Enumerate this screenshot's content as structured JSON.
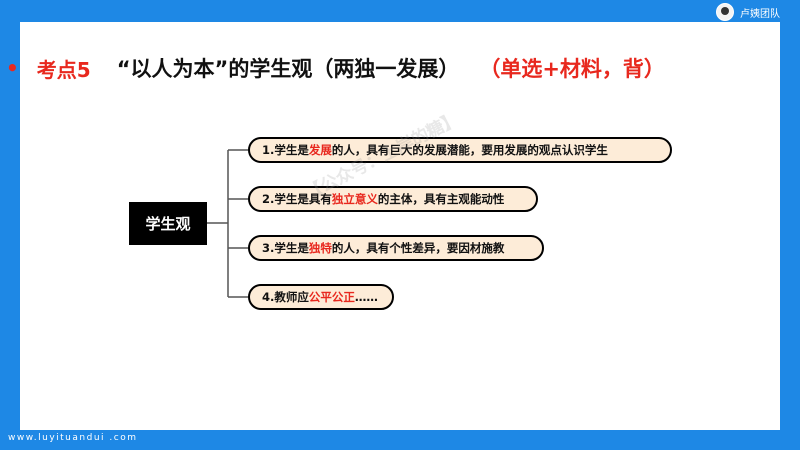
{
  "brand": {
    "name": "卢姨团队"
  },
  "title": {
    "bullet": "•",
    "kaodian": "考点5",
    "main": "“以人为本”的学生观（两独一发展）",
    "tag": "（单选+材料，背）"
  },
  "mindmap": {
    "root": "学生观",
    "branches": [
      {
        "pre": "1.学生是",
        "hl": "发展",
        "post": "的人，具有巨大的发展潜能，要用发展的观点认识学生"
      },
      {
        "pre": "2.学生是具有",
        "hl": "独立意义",
        "post": "的主体，具有主观能动性"
      },
      {
        "pre": "3.学生是",
        "hl": "独特",
        "post": "的人，具有个性差异，要因材施教"
      },
      {
        "pre": "4.教师应",
        "hl": "公平公正",
        "post": "……"
      }
    ]
  },
  "watermark": "【公众号：上岸的糖】",
  "footer": {
    "url": "www.luyituandui .com"
  },
  "colors": {
    "background": "#1e88e5",
    "accent": "#e8281e",
    "branch_fill": "#fdecd8"
  }
}
